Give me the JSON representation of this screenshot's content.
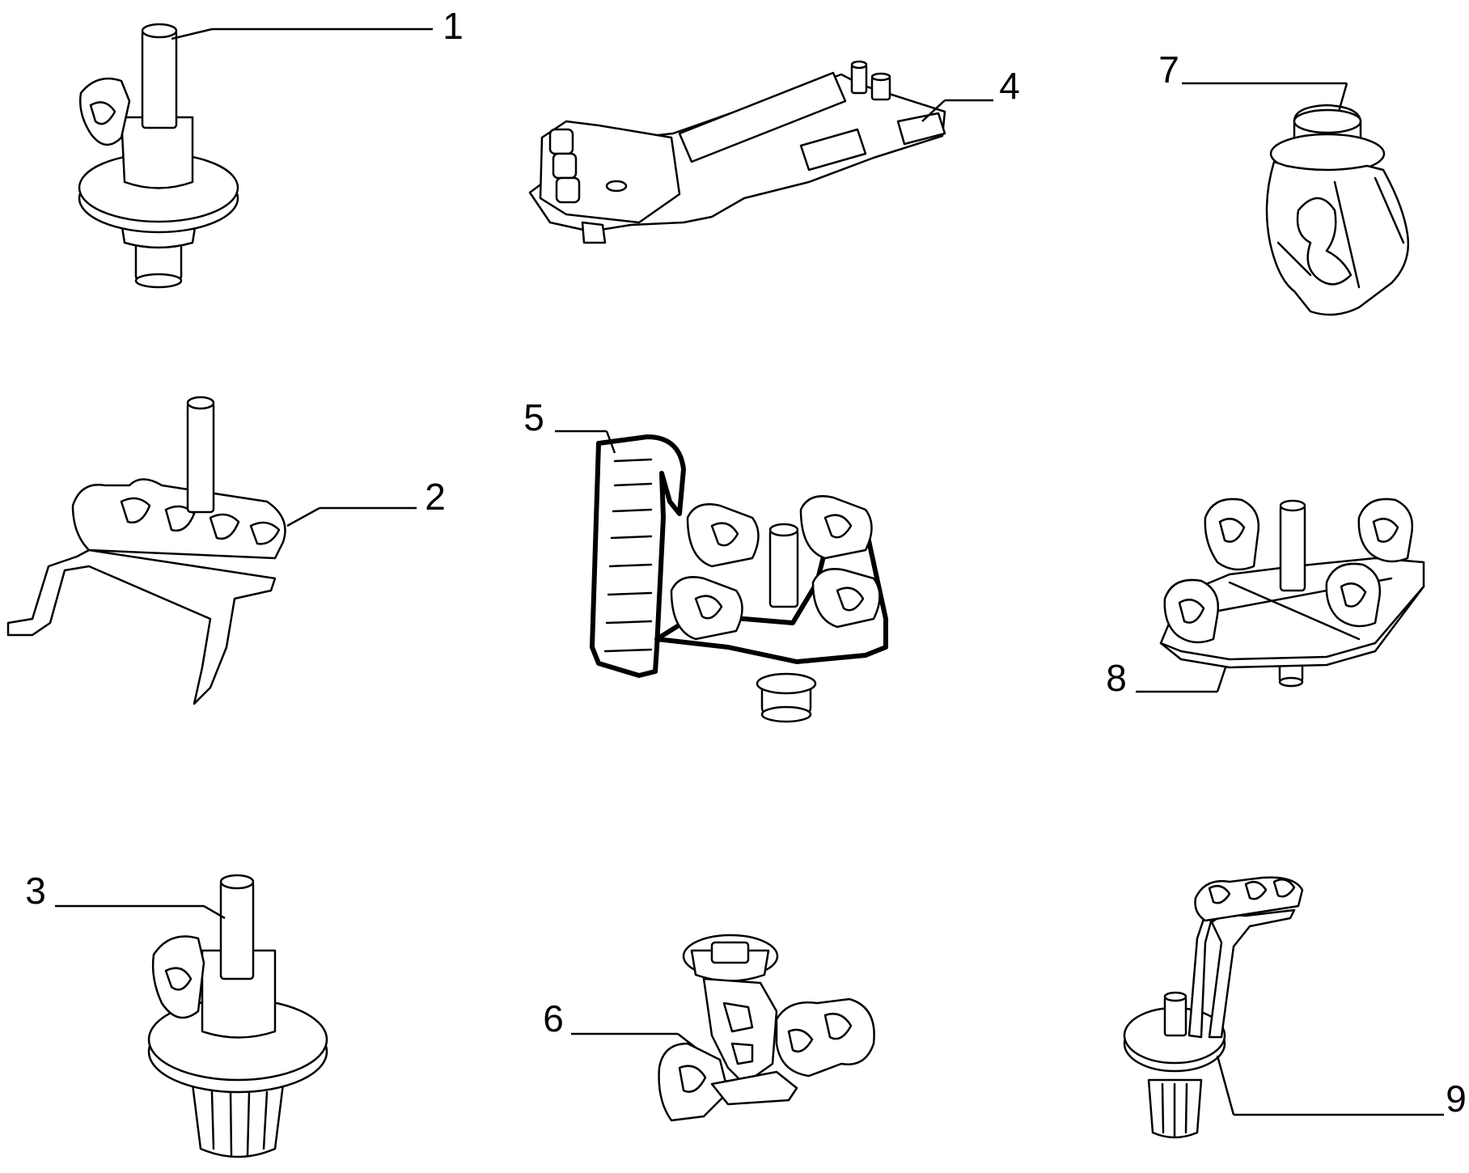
{
  "parts": [
    {
      "number": "1"
    },
    {
      "number": "2"
    },
    {
      "number": "3"
    },
    {
      "number": "4"
    },
    {
      "number": "5"
    },
    {
      "number": "6"
    },
    {
      "number": "7"
    },
    {
      "number": "8"
    },
    {
      "number": "9"
    }
  ]
}
